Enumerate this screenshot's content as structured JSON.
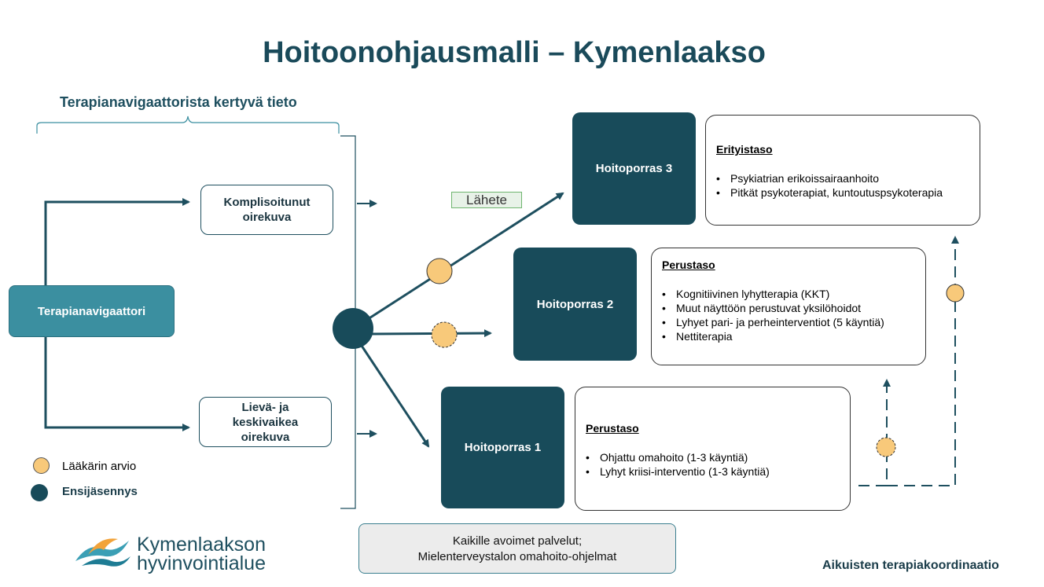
{
  "title": "Hoitoonohjausmalli – Kymenlaakso",
  "subtitle": "Terapianavigaattorista kertyvä tieto",
  "navigator_label": "Terapianavigaattori",
  "symptom_boxes": {
    "complicated": "Komplisoitunut oirekuva",
    "mild": "Lievä- ja keskivaikea oirekuva"
  },
  "referral_label": "Lähete",
  "steps": [
    {
      "name": "Hoitoporras 3",
      "level": "Erityistaso",
      "items": [
        "Psykiatrian erikoissairaanhoito",
        "Pitkät psykoterapiat, kuntoutuspsykoterapia"
      ]
    },
    {
      "name": "Hoitoporras 2",
      "level": "Perustaso",
      "items": [
        "Kognitiivinen lyhytterapia (KKT)",
        "Muut näyttöön perustuvat yksilöhoidot",
        "Lyhyet pari- ja perheinterventiot (5 käyntiä)",
        "Nettiterapia"
      ]
    },
    {
      "name": "Hoitoporras 1",
      "level": "Perustaso",
      "items": [
        "Ohjattu omahoito (1-3 käyntiä)",
        "Lyhyt kriisi-interventio (1-3 käyntiä)"
      ]
    }
  ],
  "open_services": {
    "line1": "Kaikille avoimet palvelut;",
    "line2": "Mielenterveystalon omahoito-ohjelmat"
  },
  "legend": {
    "doctor": "Lääkärin arvio",
    "first": "Ensijäsennys"
  },
  "logo": {
    "line1": "Kymenlaakson",
    "line2": "hyvinvointialue"
  },
  "footer_right": "Aikuisten terapiakoordinaatio",
  "colors": {
    "dark_teal": "#184b5a",
    "navigator_teal": "#3b8fa0",
    "assessment_orange": "#f8c97a"
  }
}
